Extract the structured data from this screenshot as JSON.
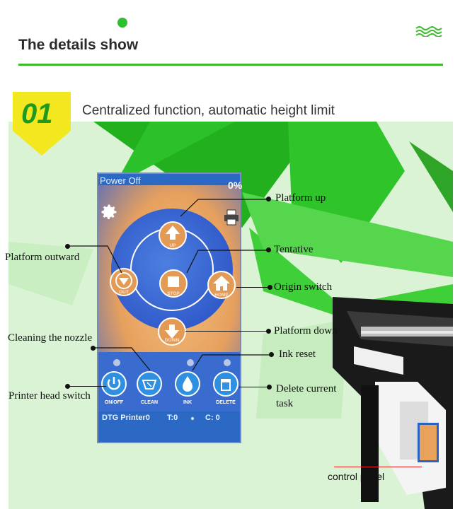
{
  "header": {
    "title": "The details show"
  },
  "section": {
    "number": "01",
    "subtitle": "Centralized function, automatic height limit"
  },
  "panel": {
    "status": "Power Off",
    "percent": "0%",
    "buttons": {
      "up": "UP",
      "stop": "STOP",
      "out": "OUT",
      "home": "HOME",
      "down": "DOWN"
    },
    "bottom_buttons": [
      "ON/OFF",
      "CLEAN",
      "INK",
      "DELETE"
    ],
    "footer": {
      "printer": "DTG Printer0",
      "t": "T:0",
      "c": "C: 0"
    }
  },
  "callouts": {
    "platform_up": "Platform up",
    "tentative": "Tentative",
    "origin_switch": "Origin switch",
    "platform_down": "Platform down",
    "ink_reset": "Ink reset",
    "delete_current_task": "Delete current task",
    "platform_outward": "Platform outward",
    "cleaning_nozzle": "Cleaning the nozzle",
    "printer_head_switch": "Printer head switch",
    "control_panel": "control panel"
  },
  "colors": {
    "accent_green": "#3dbb2e",
    "badge_yellow": "#f3e81f",
    "panel_orange": "#e39a55",
    "panel_blue": "#2c69c4"
  }
}
